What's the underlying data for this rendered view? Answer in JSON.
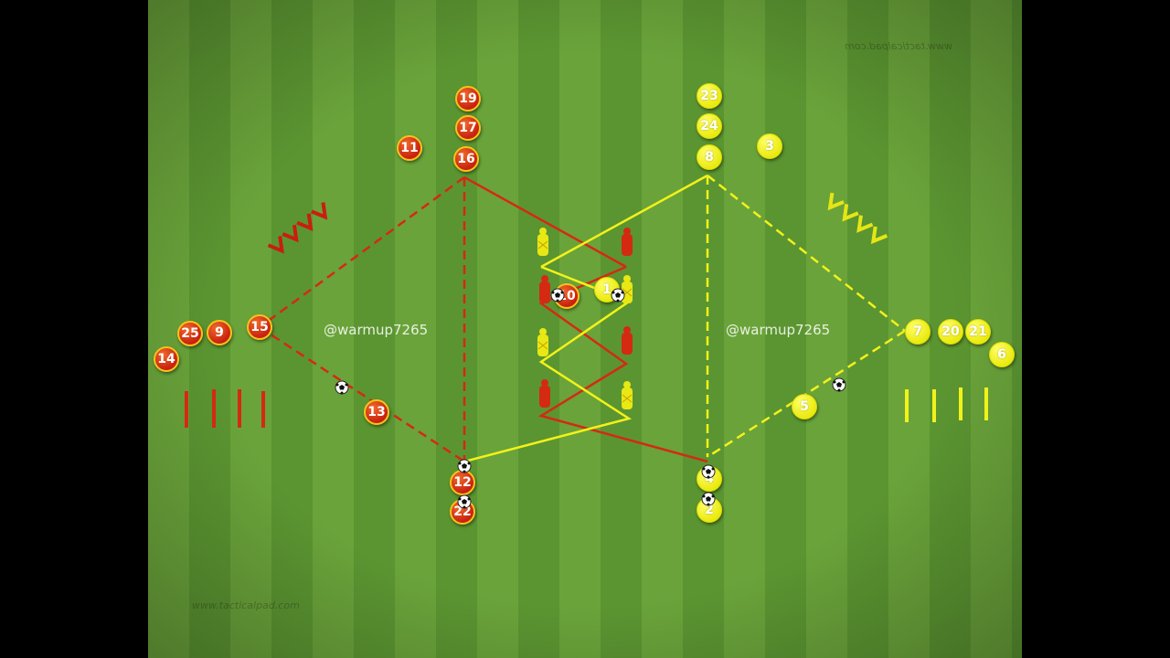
{
  "colors": {
    "team_red": "#d42a12",
    "team_yellow": "#f2f21a",
    "grass_light": "#6aa33a",
    "grass_dark": "#5a9430",
    "background": "#000000"
  },
  "watermarks": {
    "left": "@warmup7265",
    "right": "@warmup7265",
    "bottom_left": "www.tacticalpad.com",
    "top_right": "www.tacticalpad.com"
  },
  "red_players": [
    "19",
    "17",
    "11",
    "16",
    "15",
    "25",
    "9",
    "14",
    "13",
    "12",
    "22",
    "10"
  ],
  "yellow_players": [
    "23",
    "24",
    "8",
    "3",
    "1",
    "7",
    "20",
    "21",
    "6",
    "5",
    "4",
    "2"
  ],
  "icons": [
    "football-icon",
    "training-dummy-icon",
    "agility-hurdle-icon",
    "pole-icon"
  ]
}
